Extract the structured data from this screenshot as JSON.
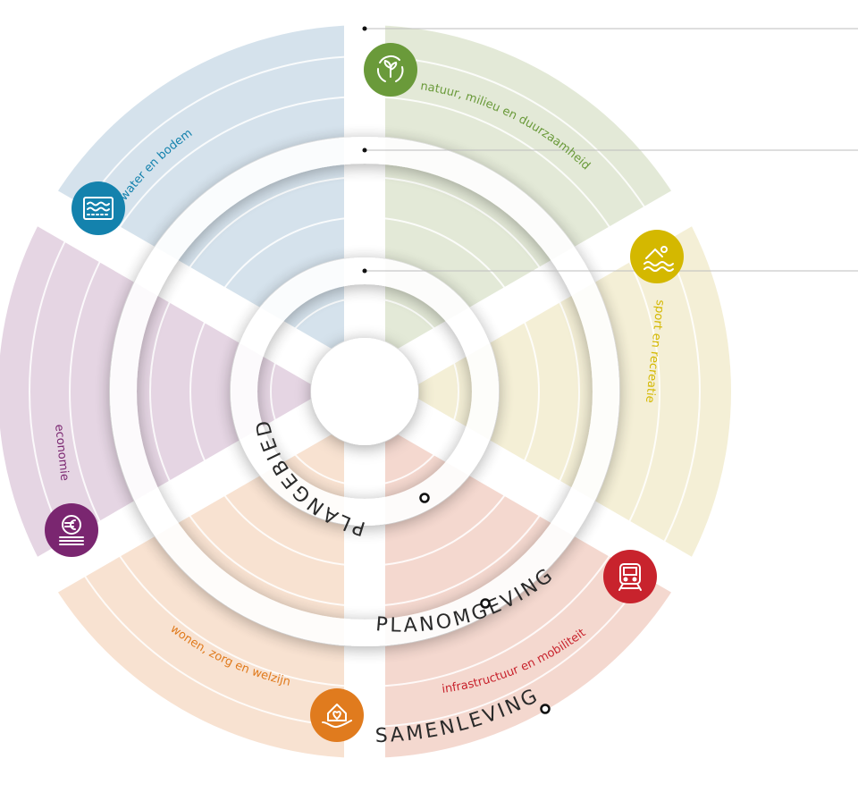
{
  "diagram": {
    "rings": [
      {
        "id": "plangebied",
        "label": "PLANGEBIED"
      },
      {
        "id": "planomgeving",
        "label": "PLANOMGEVING"
      },
      {
        "id": "samenleving",
        "label": "SAMENLEVING"
      }
    ],
    "sectors": [
      {
        "id": "natuur",
        "label": "natuur, milieu en duurzaamheid",
        "icon": "plant-recycle-icon",
        "color": "#6a9a3a",
        "fill": "#e3e9d7"
      },
      {
        "id": "sport",
        "label": "sport en recreatie",
        "icon": "swimmer-icon",
        "color": "#d4b800",
        "fill": "#f4efd6"
      },
      {
        "id": "infrastructuur",
        "label": "infrastructuur en mobiliteit",
        "icon": "train-icon",
        "color": "#c8232d",
        "fill": "#f4d8cf"
      },
      {
        "id": "wonen",
        "label": "wonen, zorg en welzijn",
        "icon": "house-heart-hand-icon",
        "color": "#e07b1e",
        "fill": "#f8e2d1"
      },
      {
        "id": "economie",
        "label": "economie",
        "icon": "euro-coins-icon",
        "color": "#7a2670",
        "fill": "#e5d5e3"
      },
      {
        "id": "water",
        "label": "water en bodem",
        "icon": "water-soil-icon",
        "color": "#1482ad",
        "fill": "#d5e2ec"
      }
    ]
  }
}
